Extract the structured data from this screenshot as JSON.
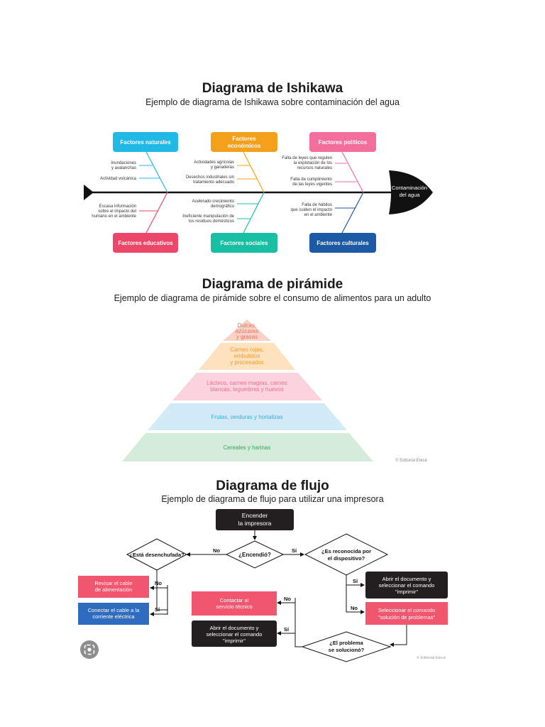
{
  "ishikawa": {
    "title": "Diagrama de Ishikawa",
    "subtitle": "Ejemplo de diagrama de Ishikawa sobre contaminación del agua",
    "head_line1": "Contaminación",
    "head_line2": "del agua",
    "top": [
      {
        "label": "Factores naturales",
        "color": "#20b9e6",
        "causes": [
          [
            "Inundaciones",
            "y avalanchas"
          ],
          [
            "Actividad volcánica"
          ]
        ]
      },
      {
        "label1": "Factores",
        "label2": "económicos",
        "color": "#f5a01a",
        "causes": [
          [
            "Actividades agrícolas",
            "y ganaderas"
          ],
          [
            "Desechos industriales sin",
            "tratamiento adecuado"
          ]
        ]
      },
      {
        "label": "Factores políticos",
        "color": "#f36e9b",
        "causes": [
          [
            "Falta de leyes que regulen",
            "la explotación de los",
            "recursos naturales"
          ],
          [
            "Falta de cumplimiento",
            "de las leyes vigentes"
          ]
        ]
      }
    ],
    "bottom": [
      {
        "label": "Factores educativos",
        "color": "#ec4668",
        "causes": [
          [
            "Escasa información",
            "sobre el impacto del",
            "humano en el ambiente"
          ]
        ]
      },
      {
        "label": "Factores sociales",
        "color": "#19bfa3",
        "causes": [
          [
            "Acelerado crecimiento",
            "demográfico"
          ],
          [
            "Ineficiente manipulación de",
            "los residuos domésticos"
          ]
        ]
      },
      {
        "label": "Factores culturales",
        "color": "#1d5aa6",
        "causes": [
          [
            "Falta de hábitos",
            "que cuiden el impacto",
            "en el ambiente"
          ]
        ]
      }
    ]
  },
  "piramide": {
    "title": "Diagrama de pirámide",
    "subtitle": "Ejemplo de diagrama de pirámide sobre el consumo de alimentos para un adulto",
    "copyright": "© Editorial Etecé",
    "levels": [
      {
        "lines": [
          "Dulces,",
          "azúcares",
          "y grasas"
        ],
        "fill": "#fad2c5",
        "text": "#ea6f5d"
      },
      {
        "lines": [
          "Carnes rojas,",
          "embutidos",
          "y procesados"
        ],
        "fill": "#fde2bd",
        "text": "#ee9b2e"
      },
      {
        "lines": [
          "Lácteos, carnes magras, carnes",
          "blancas, legumbres y huevos"
        ],
        "fill": "#fbd3de",
        "text": "#ec6f93"
      },
      {
        "lines": [
          "Frutas, verduras y hortalizas"
        ],
        "fill": "#d3ebf6",
        "text": "#2cace0"
      },
      {
        "lines": [
          "Cereales y harinas"
        ],
        "fill": "#d4ecd9",
        "text": "#2fa760"
      }
    ]
  },
  "flujo": {
    "title": "Diagrama de flujo",
    "subtitle": "Ejemplo de diagrama de flujo para utilizar una impresora",
    "start": [
      "Encender",
      "la impresora"
    ],
    "q_encendio": "¿Encendió?",
    "q_desenchufada": "¿Está desenchufada?",
    "q_reconocida": [
      "¿Es reconocida por",
      "el dispositivo?"
    ],
    "q_problema": [
      "¿El problema",
      "se solucionó?"
    ],
    "revisar": [
      "Revisar el cable",
      "de alimentación"
    ],
    "conectar": [
      "Conectar el cable a la",
      "corriente eléctrica"
    ],
    "abrir_1": [
      "Abrir el documento y",
      "seleccionar el comando",
      "\"imprimir\""
    ],
    "seleccionar": [
      "Seleccionar el comando",
      "\"solución de problemas\""
    ],
    "contactar": [
      "Contactar al",
      "servicio técnico"
    ],
    "abrir_2": [
      "Abrir el documento y",
      "seleccionar el comando",
      "\"imprimir\""
    ],
    "no": "No",
    "si": "Sí",
    "credit": "© Editorial Etecé",
    "colors": {
      "dark": "#231f20",
      "pink": "#f0566e",
      "blue": "#2e6cc0"
    }
  },
  "lens_icon": "lens-search-icon"
}
